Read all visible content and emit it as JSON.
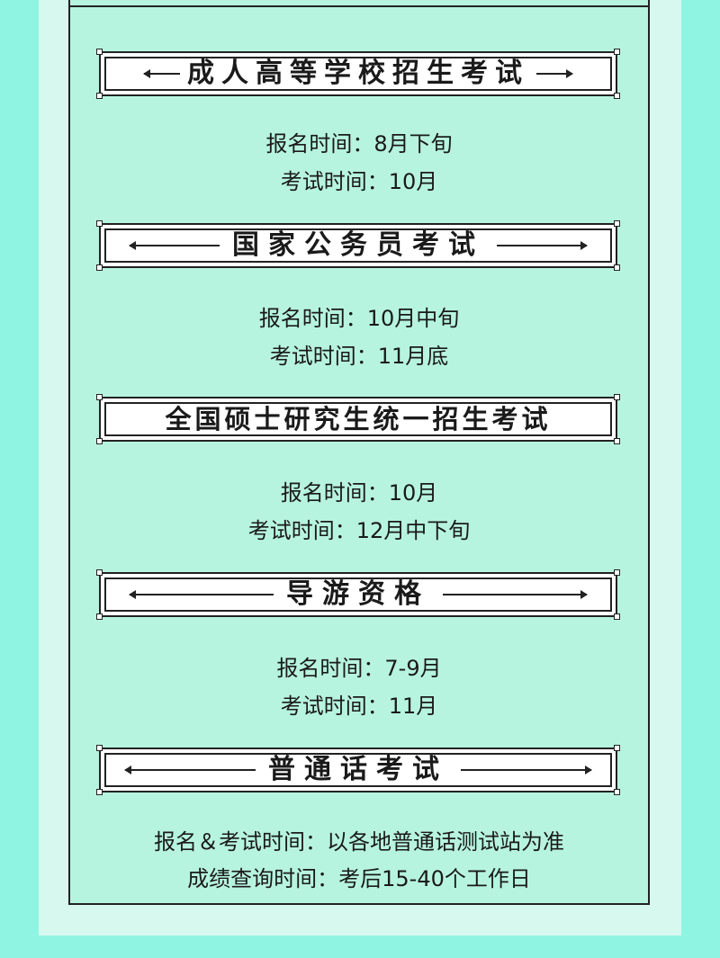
{
  "sections": [
    {
      "title": "成人高等学校招生考试",
      "lines": [
        "报名时间：8月下旬",
        "考试时间：10月"
      ]
    },
    {
      "title": "国家公务员考试",
      "lines": [
        "报名时间：10月中旬",
        "考试时间：11月底"
      ]
    },
    {
      "title": "全国硕士研究生统一招生考试",
      "lines": [
        "报名时间：10月",
        "考试时间：12月中下旬"
      ]
    },
    {
      "title": "导游资格",
      "lines": [
        "报名时间：7-9月",
        "考试时间：11月"
      ]
    },
    {
      "title": "普通话考试",
      "lines": [
        "报名＆考试时间：以各地普通话测试站为准",
        "成绩查询时间：考后15-40个工作日"
      ]
    }
  ],
  "colors": {
    "background": "#8ff5e2",
    "card": "#d6f8ef",
    "panel": "#b7f4df",
    "ink": "#1a1a1a",
    "banner": "#ffffff"
  }
}
